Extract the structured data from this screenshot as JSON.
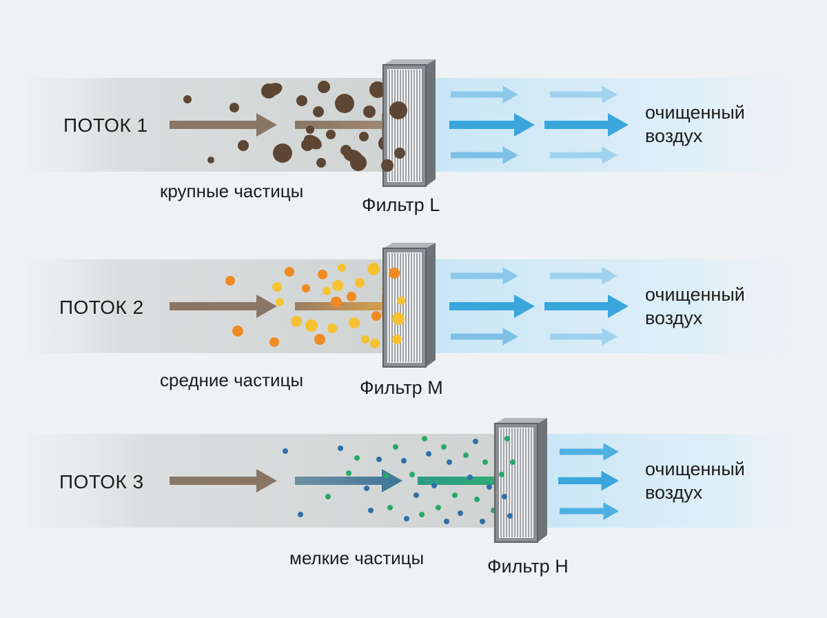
{
  "colors": {
    "background": "#eef2f4",
    "dirty_arrow": "#8a7665",
    "clean_arrow": "#3aa6dc",
    "large_particle": "#5e4634",
    "medium_particle_orange": "#f08a22",
    "medium_particle_yellow": "#f6c232",
    "small_particle_blue": "#2f6fa8",
    "small_particle_green": "#27a86a",
    "filter_frame": "#8c8f93"
  },
  "rows": [
    {
      "flow_label": "ПОТОК 1",
      "particle_label": "крупные частицы",
      "filter_label": "Фильтр L",
      "output_label": "очищенный воздух",
      "particle_type": "large"
    },
    {
      "flow_label": "ПОТОК 2",
      "particle_label": "средние частицы",
      "filter_label": "Фильтр M",
      "output_label": "очищенный воздух",
      "particle_type": "medium"
    },
    {
      "flow_label": "ПОТОК 3",
      "particle_label": "мелкие частицы",
      "filter_label": "Фильтр H",
      "output_label": "очищенный воздух",
      "particle_type": "small"
    }
  ]
}
